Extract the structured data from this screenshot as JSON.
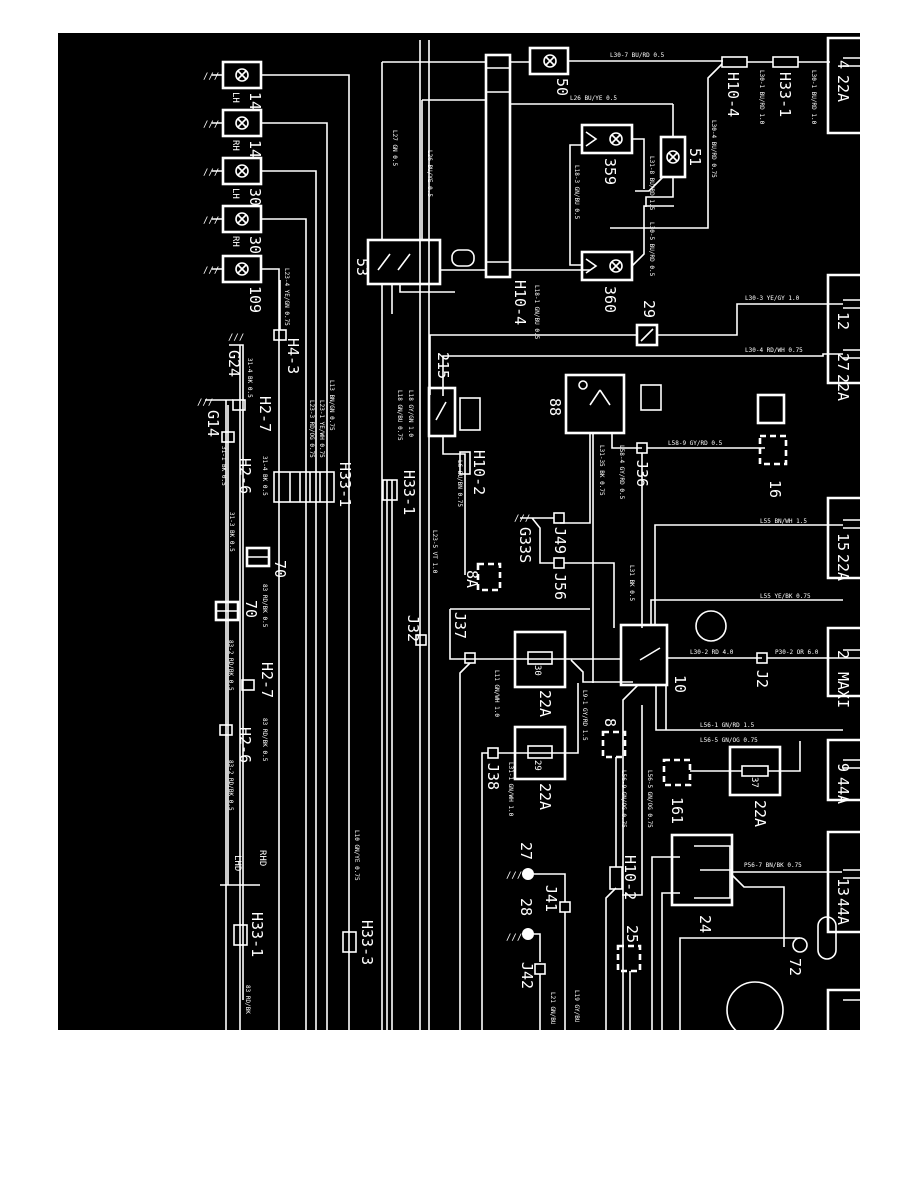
{
  "diagram": {
    "background": "#000000",
    "foreground": "#ffffff",
    "components": {
      "c14lh": "14",
      "c14lh_side": "LH",
      "c14rh": "14",
      "c14rh_side": "RH",
      "c30lh": "30",
      "c30lh_side": "LH",
      "c30rh": "30",
      "c30rh_side": "RH",
      "c109": "109",
      "c53": "53",
      "c50": "50",
      "c51": "51",
      "c359": "359",
      "c360": "360",
      "c29": "29",
      "c215": "215",
      "c88": "88",
      "c16": "16",
      "c8A": "8A",
      "c10": "10",
      "c8": "8",
      "c161": "161",
      "c24": "24",
      "c25": "25",
      "c27": "27",
      "c28": "28",
      "c72": "72",
      "c70a": "70",
      "c70b": "70",
      "f22A_4": "22A",
      "f22A_27": "22A",
      "f22A_15": "22A",
      "f22A_30": "22A",
      "f22A_29": "22A",
      "f22A_37": "22A",
      "maxi": "MAXI",
      "f44A_9": "44A",
      "f44A_13": "44A",
      "pin4": "4",
      "pin12": "12",
      "pin27": "27",
      "pin15": "15",
      "pin2": "2",
      "pin9": "9",
      "pin13": "13",
      "fuse30": "30",
      "fuse29": "29",
      "fuse37": "37"
    },
    "connectors": {
      "h10_4_top": "H10-4",
      "h10_4_mid": "H10-4",
      "h33_1_top": "H33-1",
      "h33_1_a": "H33-1",
      "h33_1_b": "H33-1",
      "h33_1_c": "H33-1",
      "h33_3": "H33-3",
      "h10_2_a": "H10-2",
      "h10_2_b": "H10-2",
      "h4_3": "H4-3",
      "h2_7a": "H2-7",
      "h2_6a": "H2-6",
      "h2_7b": "H2-7",
      "h2_6b": "H2-6",
      "lhd": "LHD",
      "rhd": "RHD"
    },
    "junctions": {
      "j36": "J36",
      "j49": "J49",
      "j56": "J56",
      "j37": "J37",
      "j32": "J32",
      "j2": "J2",
      "j38": "J38",
      "j41": "J41",
      "j42": "J42"
    },
    "grounds": {
      "g24": "G24",
      "g14": "G14",
      "g33s": "G33S"
    },
    "wires": {
      "w1": "L30-7 BU/RD 0.5",
      "w2": "L26 BU/YE 0.5",
      "w3": "L27 GN 0.5",
      "w4": "L26 BU/YE 0.5",
      "w5": "L30-1 BU/RD 1.0",
      "w6": "L30-1 BU/RD 1.0",
      "w7": "L30-4 BU/RD 0.75",
      "w8": "L18-3 GN/BU 0.5",
      "w9": "L18-1 GN/BU 0.5",
      "w10": "L31-8 BU/RD 1.5",
      "w11": "L30-5 BU/RD 0.5",
      "w12": "L30-3 YE/GY 1.0",
      "w13": "L30-4 RD/WH 0.75",
      "w14": "L58-9 GY/RD 0.5",
      "w15": "L58-4 GY/RD 0.5",
      "w16": "L55 BN/WH 1.5",
      "w17": "L55 YE/BK 0.75",
      "w18": "L30-2 RD 4.0",
      "w19": "P30-2 OR 6.0",
      "w20": "L56-1 GN/RD 1.5",
      "w21": "L56-5 GN/OG 0.75",
      "w22": "L56-9 GN/OG 0.75",
      "w23": "L56-5 GN/OG 0.75",
      "w24": "P56-7 BN/BK 0.75",
      "w25": "L23-4 YE/GN 0.75",
      "w26": "L23-3 RD/OG 0.75",
      "w27": "L23-1 YE/WH 0.75",
      "w28": "L13 BN/GN 0.75",
      "w29": "L10 GN/YE 0.75",
      "w30": "L23-5 VT 1.0",
      "w31": "L31 BK 0.5",
      "w32": "L31-35 BK 0.75",
      "w33": "L6 BU/BN 0.75",
      "w34": "L9-1 GY/RD 1.5",
      "w35": "L11 GN/WH 1.0",
      "w36": "L31-1 GN/WH 1.0",
      "w37": "L21 GN/BU",
      "w38": "L19 GY/BU",
      "w39": "31-4 BK 0.5",
      "w40": "31-1 BK 0.5",
      "w41": "31-3 BK 0.5",
      "w42": "31-4 BK 0.5",
      "w43": "83 RD/BK 0.5",
      "w44": "83-2 RD/BK 0.5",
      "w45": "83-2 RD/BK 0.5",
      "w46": "83 RD/BK 0.5",
      "w47": "83 RD/BK",
      "w48": "L18 GN/BU 0.75",
      "w49": "L18 GY/GN 1.0"
    }
  }
}
